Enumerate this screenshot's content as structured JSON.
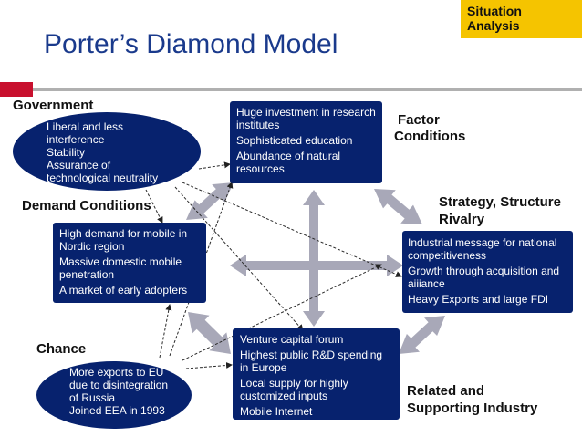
{
  "tag": {
    "line1": "Situation",
    "line2": "Analysis"
  },
  "title": "Porter’s Diamond Model",
  "government": {
    "heading": "Government",
    "items": [
      "Liberal and less",
      "interference",
      "Stability",
      "Assurance of",
      "technological neutrality"
    ]
  },
  "factor": {
    "heading_line1": "Factor",
    "heading_line2": "Conditions",
    "items": [
      "Huge investment in research institutes",
      "Sophisticated education",
      "Abundance of natural resources"
    ]
  },
  "demand": {
    "heading": "Demand Conditions",
    "items": [
      "High demand for mobile in Nordic region",
      "Massive domestic mobile penetration",
      "A market of early adopters"
    ]
  },
  "strategy": {
    "heading_line1": "Strategy, Structure",
    "heading_line2": "Rivalry",
    "items": [
      "Industrial message for national competitiveness",
      "Growth through acquisition and aiiiance",
      "Heavy Exports and large FDI"
    ]
  },
  "chance": {
    "heading": "Chance",
    "items": [
      "More exports to EU",
      "due to disintegration",
      "of Russia",
      "Joined EEA in 1993"
    ]
  },
  "related": {
    "heading_line1": "Related and",
    "heading_line2": "Supporting Industry",
    "items": [
      "Venture capital forum",
      "Highest public R&D spending in Europe",
      "Local supply for highly customized inputs",
      "Mobile Internet"
    ]
  },
  "colors": {
    "navy": "#07226e",
    "accent": "#f5c400",
    "red": "#c8102e",
    "arrow": "#a8a8b8"
  }
}
